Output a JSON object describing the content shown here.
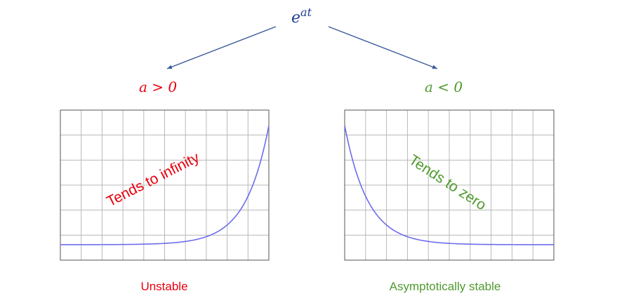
{
  "root_expression": {
    "base": "e",
    "exponent": "at"
  },
  "branches": [
    {
      "condition": "a > 0",
      "annotation": "Tends to infinity",
      "caption": "Unstable",
      "color": "#e8000d",
      "curve": "growing"
    },
    {
      "condition": "a < 0",
      "annotation": "Tends to zero",
      "caption": "Asymptotically stable",
      "color": "#4f9a2e",
      "curve": "decaying"
    }
  ],
  "colors": {
    "expression": "#1f3f8f",
    "arrow": "#3b5b9a",
    "curve": "#6d6ded",
    "grid": "#b8b8b8",
    "frame": "#555555"
  }
}
